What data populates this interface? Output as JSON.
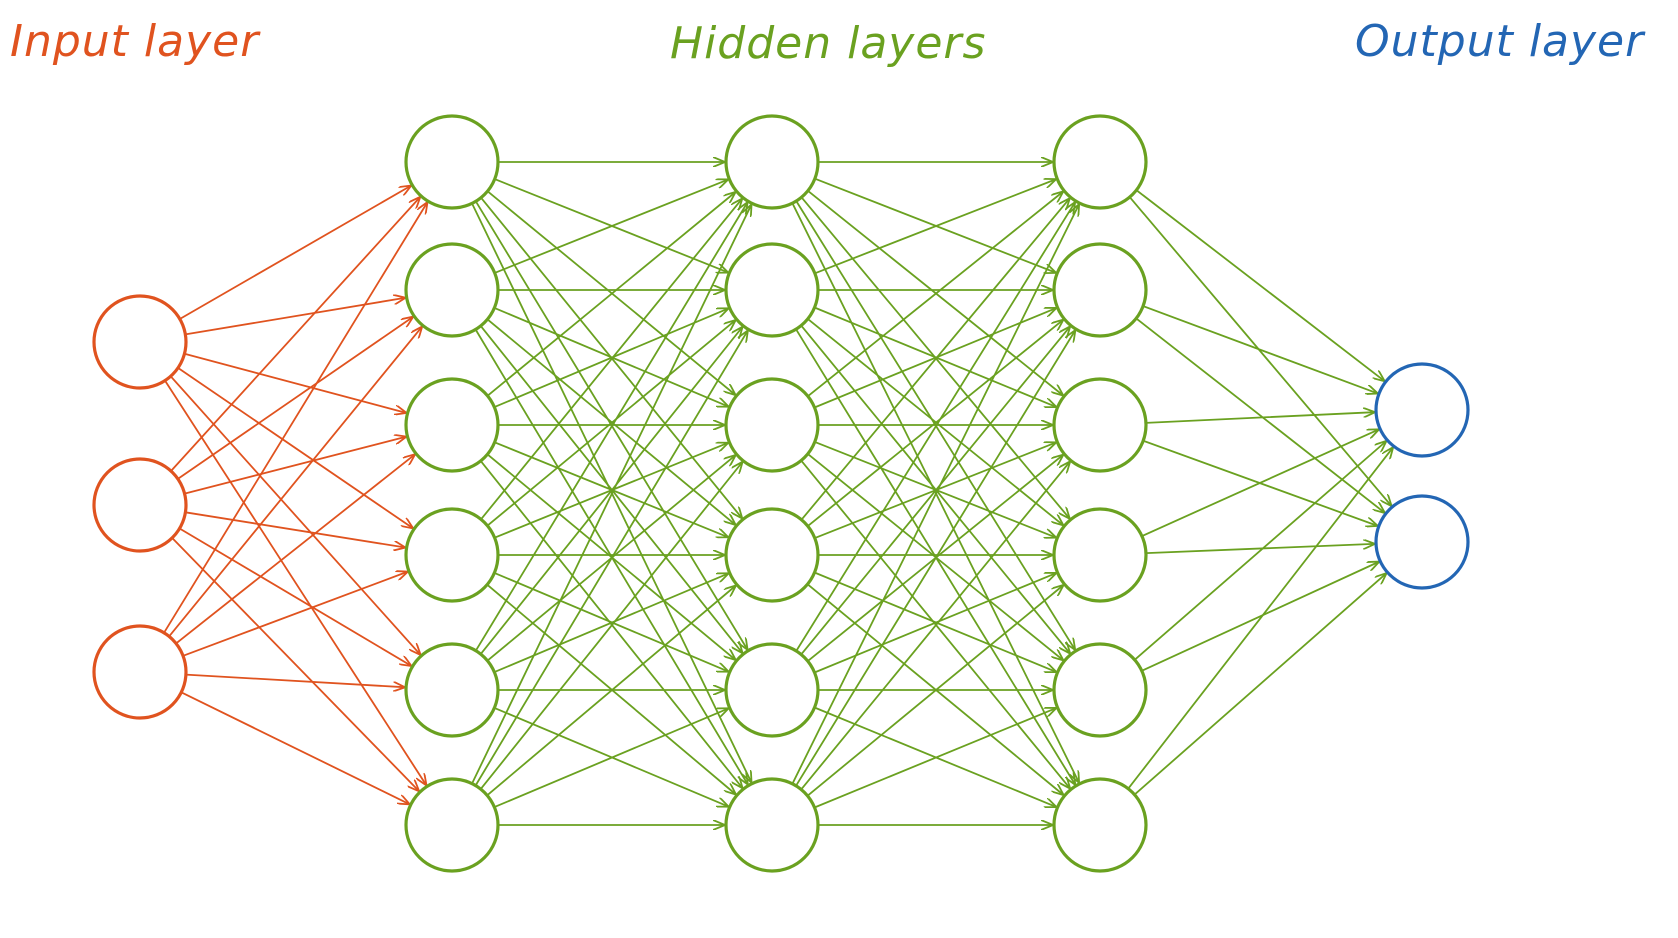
{
  "labels": {
    "input": "Input layer",
    "hidden": "Hidden layers",
    "output": "Output layer"
  },
  "colors": {
    "input": "#E0531F",
    "hidden": "#6AA120",
    "output": "#2366B4",
    "background": "#FFFFFF"
  },
  "network": {
    "layers": [
      {
        "role": "input",
        "neurons": 3
      },
      {
        "role": "hidden",
        "neurons": 6
      },
      {
        "role": "hidden",
        "neurons": 6
      },
      {
        "role": "hidden",
        "neurons": 6
      },
      {
        "role": "output",
        "neurons": 2
      }
    ],
    "connectivity": "fully-connected",
    "edge_style": "arrow"
  }
}
